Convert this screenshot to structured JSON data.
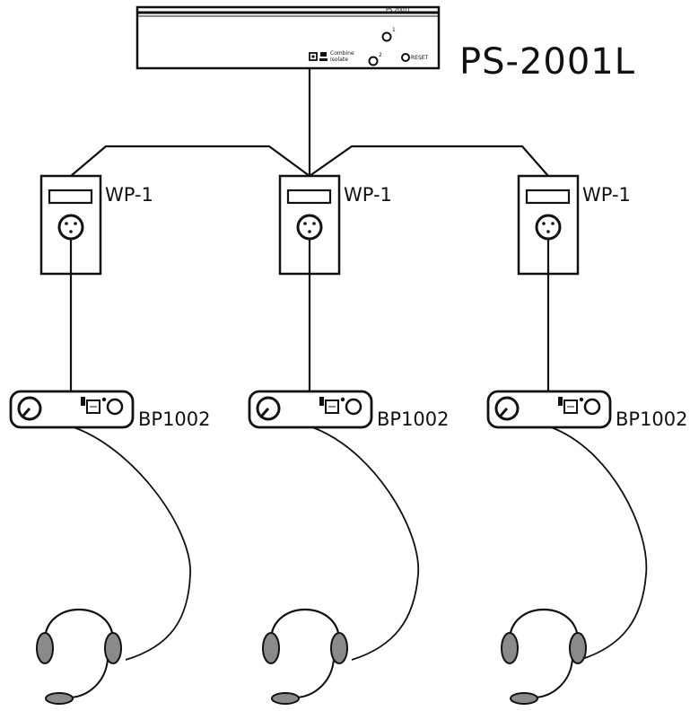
{
  "power_supply": {
    "model_label": "PS-2001L",
    "front_panel_text": "PS 2001L",
    "channel_1_label": "1",
    "channel_2_label": "2",
    "combine_label": "Combine",
    "isolate_label": "Isolate",
    "reset_label": "RESET"
  },
  "wall_plates": [
    {
      "label": "WP-1"
    },
    {
      "label": "WP-1"
    },
    {
      "label": "WP-1"
    }
  ],
  "beltpacks": [
    {
      "label": "BP1002"
    },
    {
      "label": "BP1002"
    },
    {
      "label": "BP1002"
    }
  ],
  "headsets": [
    {
      "icon": "headset-icon"
    },
    {
      "icon": "headset-icon"
    },
    {
      "icon": "headset-icon"
    }
  ],
  "colors": {
    "line": "#111111",
    "fill": "#ffffff",
    "earcup": "#8a8a8a"
  }
}
